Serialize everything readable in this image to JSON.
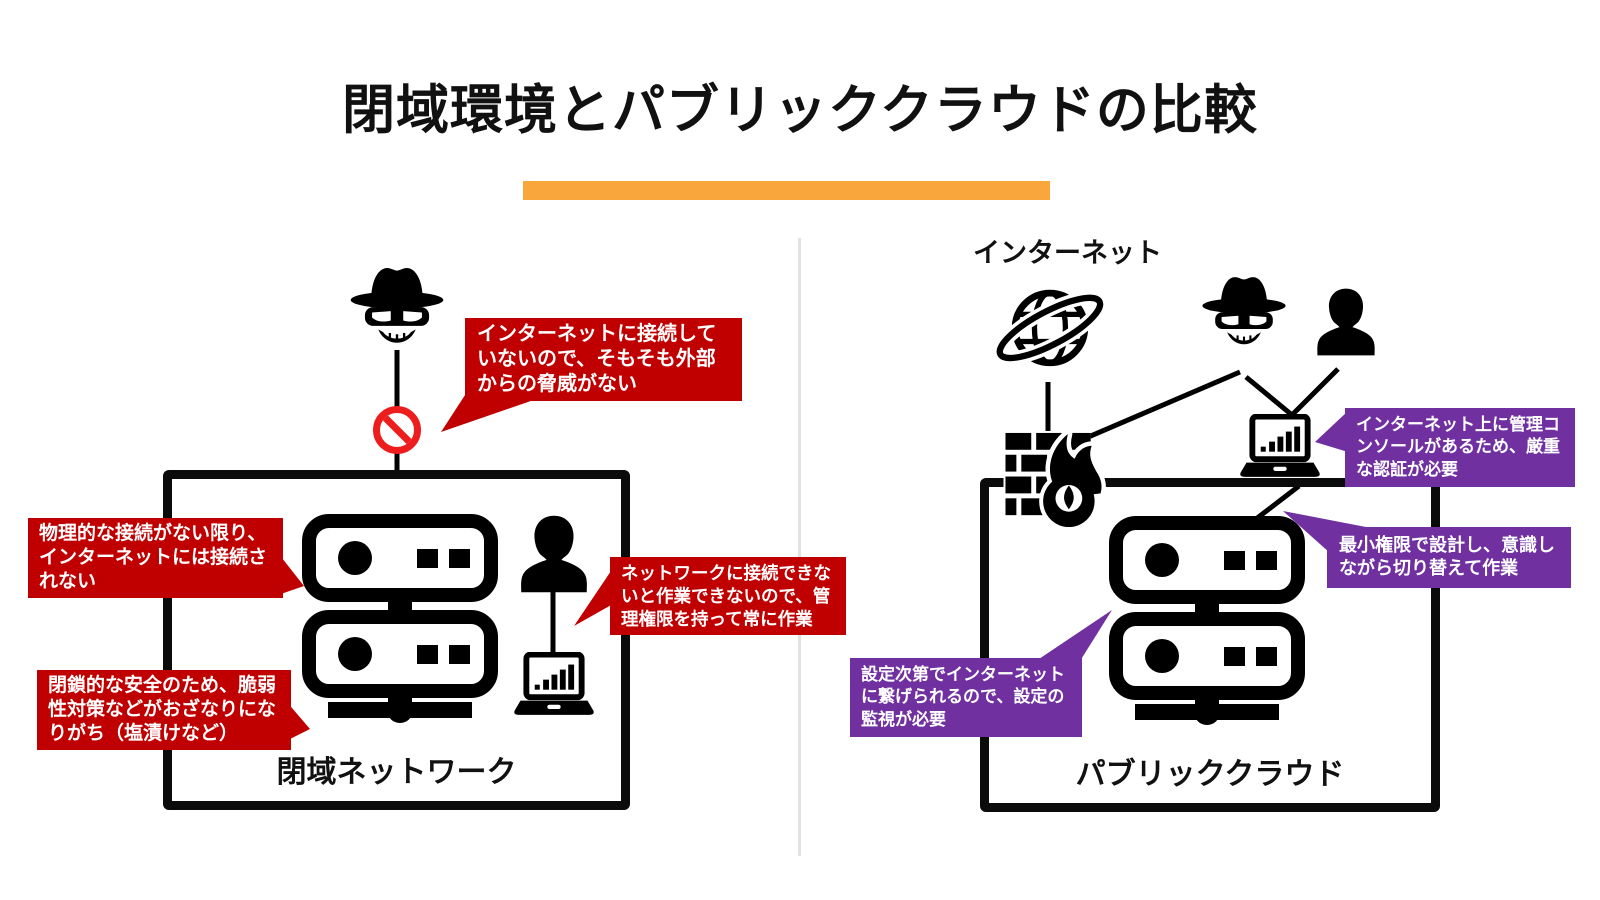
{
  "title": "閉域環境とパブリッククラウドの比較",
  "left": {
    "box_label": "閉域ネットワーク",
    "callout_no_internet": "インターネットに接続していないので、そもそも外部からの脅威がない",
    "callout_physical": "物理的な接続がない限り、インターネットには接続されない",
    "callout_closed": "閉鎖的な安全のため、脆弱性対策などがおざなりになりがち（塩漬けなど）",
    "callout_admin": "ネットワークに接続できないと作業できないので、管理権限を持って常に作業"
  },
  "right": {
    "internet_label": "インターネット",
    "box_label": "パブリッククラウド",
    "callout_console": "インターネット上に管理コンソールがあるため、厳重な認証が必要",
    "callout_least_privilege": "最小権限で設計し、意識しながら切り替えて作業",
    "callout_settings": "設定次第でインターネットに繋げられるので、設定の監視が必要"
  },
  "icons": {
    "spy": "spy-icon",
    "person": "person-icon",
    "server_stack": "server-stack-icon",
    "laptop_chart": "laptop-chart-icon",
    "globe_orbit": "globe-orbit-icon",
    "firewall_flame": "firewall-flame-icon",
    "prohibition": "prohibition-icon"
  },
  "colors": {
    "accent_orange": "#F9A63C",
    "callout_red": "#C00000",
    "callout_purple": "#7030A0",
    "prohibition_red": "#EE1D1D",
    "ink_black": "#0B0B0B",
    "divider_gray": "#E2E2E2",
    "text_white": "#FFFFFF",
    "title_black": "#111111"
  }
}
